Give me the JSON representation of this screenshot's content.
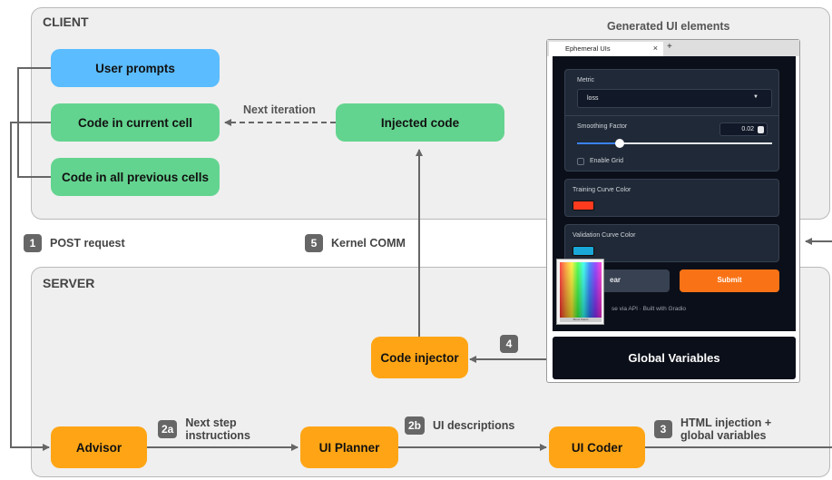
{
  "regions": {
    "client": "CLIENT",
    "server": "SERVER"
  },
  "nodes": {
    "user_prompts": "User prompts",
    "code_current_cell": "Code in current cell",
    "code_previous_cells": "Code in all previous cells",
    "injected_code": "Injected code",
    "code_injector": "Code injector",
    "advisor": "Advisor",
    "ui_planner": "UI Planner",
    "ui_coder": "UI Coder"
  },
  "edges": {
    "next_iteration": "Next iteration"
  },
  "steps": {
    "s1": {
      "num": "1",
      "label": "POST request"
    },
    "s2a": {
      "num": "2a",
      "label": "Next step instructions"
    },
    "s2b": {
      "num": "2b",
      "label": "UI descriptions"
    },
    "s3": {
      "num": "3",
      "label": "HTML injection + global variables"
    },
    "s4": {
      "num": "4",
      "label": ""
    },
    "s5": {
      "num": "5",
      "label": "Kernel COMM"
    }
  },
  "generated_ui": {
    "caption": "Generated UI elements",
    "tab_title": "Ephemeral UIs",
    "tab_close": "×",
    "tab_add": "+",
    "metric_label": "Metric",
    "metric_value": "loss",
    "smoothing_label": "Smoothing Factor",
    "smoothing_value": "0.02",
    "smoothing_fraction": 0.22,
    "enable_grid_label": "Enable Grid",
    "training_color_label": "Training Curve Color",
    "training_color": "#ff3b1f",
    "validation_color_label": "Validation Curve Color",
    "validation_color": "#1aa8d8",
    "clear_label": "ear",
    "submit_label": "Submit",
    "footer_text": "se via API  ·  Built with Gradio",
    "picker_button": "Show Colors",
    "global_variables": "Global Variables"
  },
  "colors": {
    "blue": "#5bbcff",
    "green": "#63d48f",
    "orange": "#ffa515",
    "badge": "#666666",
    "gradio_orange": "#f97316"
  }
}
